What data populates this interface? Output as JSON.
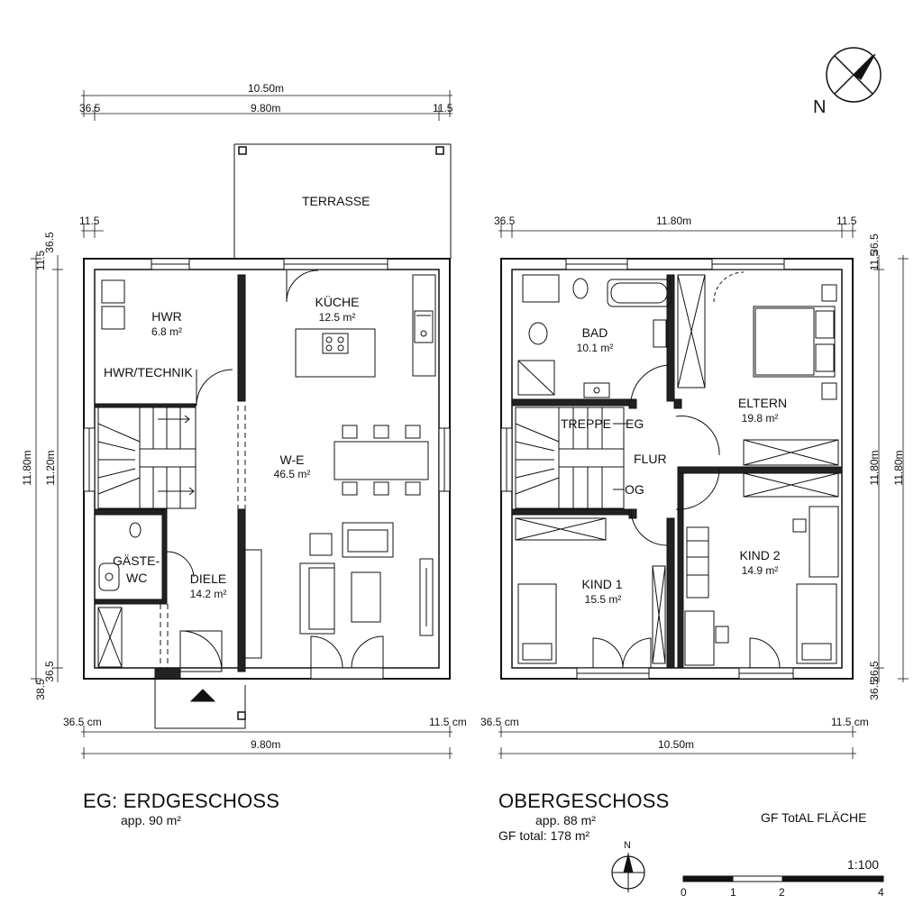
{
  "ground_floor": {
    "title": "EG: ERDGESCHOSS",
    "area": "app. 90 m²",
    "terrace": "TERRASSE",
    "rooms": {
      "hwr": {
        "name": "HWR",
        "area": "6.8 m²"
      },
      "hwr_technik": {
        "name": "HWR/TECHNIK"
      },
      "kueche": {
        "name": "KÜCHE",
        "area": "12.5 m²"
      },
      "we": {
        "name": "W-E",
        "area": "46.5 m²"
      },
      "gaeste_wc": {
        "name_line1": "GÄSTE-",
        "name_line2": "WC"
      },
      "diele": {
        "name": "DIELE",
        "area": "14.2 m²"
      }
    },
    "dims": {
      "top_total": "10.50m",
      "top_inner": "9.80m",
      "top_left": "36.5",
      "top_right": "11.5",
      "top_left_small": "11.5",
      "left_total": "11.80m",
      "left_inner": "11.20m",
      "left_top_a": "11.5",
      "left_top_b": "36.5",
      "left_bottom_a": "36.5",
      "left_bottom_b": "38.5",
      "bottom_left": "36.5 cm",
      "bottom_right": "11.5 cm",
      "bottom_total": "9.80m"
    }
  },
  "upper_floor": {
    "title": "OBERGESCHOSS",
    "area": "app. 88 m²",
    "gf_total": "GF total: 178 m²",
    "rooms": {
      "bad": {
        "name": "BAD",
        "area": "10.1 m²"
      },
      "eltern": {
        "name": "ELTERN",
        "area": "19.8 m²"
      },
      "treppe": {
        "name": "TREPPE",
        "eg": "EG",
        "og": "OG"
      },
      "flur": {
        "name": "FLUR"
      },
      "kind1": {
        "name": "KIND 1",
        "area": "15.5 m²"
      },
      "kind2": {
        "name": "KIND 2",
        "area": "14.9 m²"
      }
    },
    "dims": {
      "top_total": "11.80m",
      "top_left": "36.5",
      "top_right": "11.5",
      "right_inner": "11.80m",
      "right_total": "11.80m",
      "right_top_a": "11.5",
      "right_top_b": "36.5",
      "right_bottom_a": "36.5",
      "right_bottom_b": "36.5",
      "bottom_left": "36.5 cm",
      "bottom_right": "11.5 cm",
      "bottom_total": "10.50m"
    }
  },
  "legend": {
    "gf_total_label": "GF TotAL FLÄCHE",
    "north": "N",
    "north_small": "N",
    "scale_label": "1:100",
    "scale_ticks": [
      "0",
      "1",
      "2",
      "4"
    ]
  }
}
